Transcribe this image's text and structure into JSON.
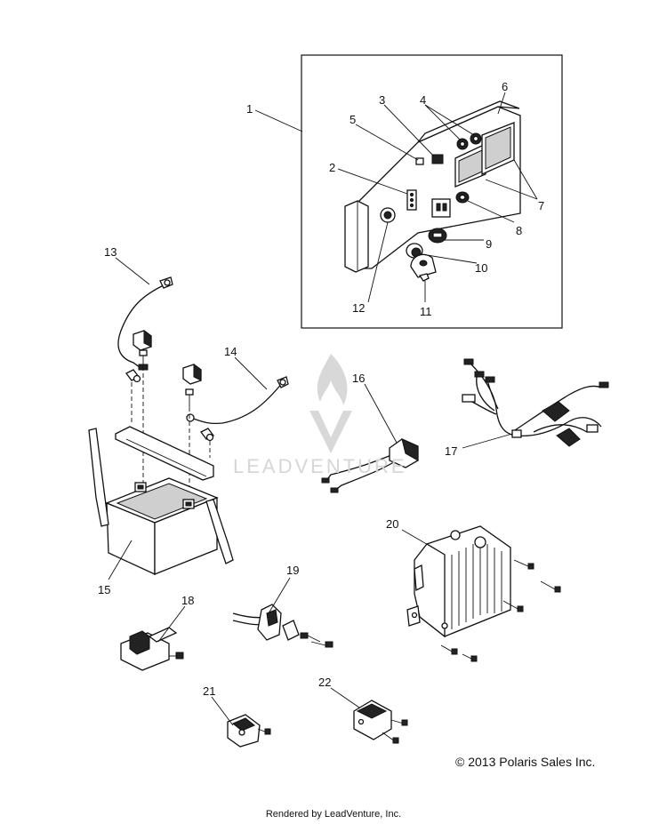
{
  "callouts": [
    {
      "id": "1",
      "label": "1"
    },
    {
      "id": "2",
      "label": "2"
    },
    {
      "id": "3",
      "label": "3"
    },
    {
      "id": "4",
      "label": "4"
    },
    {
      "id": "5",
      "label": "5"
    },
    {
      "id": "6",
      "label": "6"
    },
    {
      "id": "7",
      "label": "7"
    },
    {
      "id": "8",
      "label": "8"
    },
    {
      "id": "9",
      "label": "9"
    },
    {
      "id": "10",
      "label": "10"
    },
    {
      "id": "11",
      "label": "11"
    },
    {
      "id": "12",
      "label": "12"
    },
    {
      "id": "13",
      "label": "13"
    },
    {
      "id": "14",
      "label": "14"
    },
    {
      "id": "15",
      "label": "15"
    },
    {
      "id": "16",
      "label": "16"
    },
    {
      "id": "17",
      "label": "17"
    },
    {
      "id": "18",
      "label": "18"
    },
    {
      "id": "19",
      "label": "19"
    },
    {
      "id": "20",
      "label": "20"
    },
    {
      "id": "21",
      "label": "21"
    },
    {
      "id": "22",
      "label": "22"
    }
  ],
  "watermark": "LEADVENTURE",
  "copyright": "© 2013 Polaris Sales Inc.",
  "footer": "Rendered by LeadVenture, Inc."
}
